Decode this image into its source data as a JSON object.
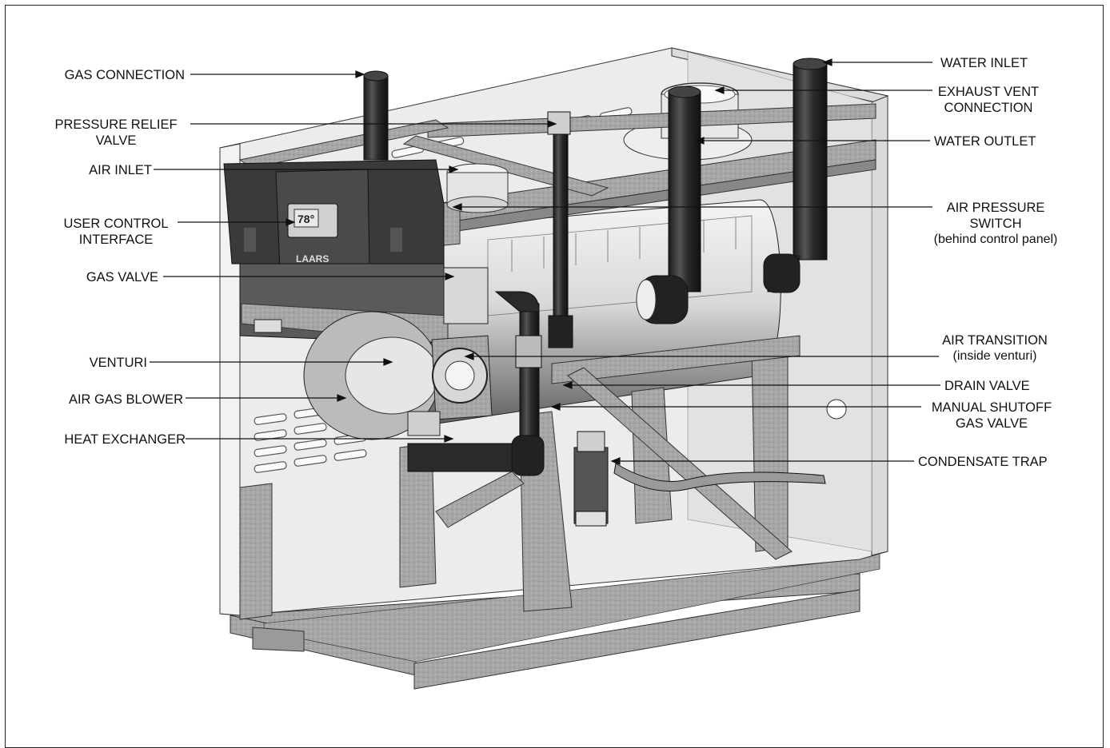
{
  "left_labels": {
    "gas_connection": "GAS CONNECTION",
    "pressure_relief_1": "PRESSURE RELIEF",
    "pressure_relief_2": "VALVE",
    "air_inlet": "AIR INLET",
    "user_control_1": "USER CONTROL",
    "user_control_2": "INTERFACE",
    "gas_valve": "GAS VALVE",
    "venturi": "VENTURI",
    "air_gas_blower": "AIR GAS BLOWER",
    "heat_exchanger": "HEAT EXCHANGER"
  },
  "right_labels": {
    "water_inlet": "WATER INLET",
    "exhaust_vent_1": "EXHAUST VENT",
    "exhaust_vent_2": "CONNECTION",
    "water_outlet": "WATER OUTLET",
    "air_pressure_1": "AIR PRESSURE",
    "air_pressure_2": "SWITCH",
    "air_pressure_3": "(behind control panel)",
    "air_transition_1": "AIR TRANSITION",
    "air_transition_2": "(inside venturi)",
    "drain_valve": "DRAIN VALVE",
    "manual_shutoff_1": "MANUAL SHUTOFF",
    "manual_shutoff_2": "GAS VALVE",
    "condensate_trap": "CONDENSATE TRAP"
  },
  "control_display": {
    "readout": "78°",
    "brand": "LAARS"
  },
  "colors": {
    "cabinet": "#e9e9e9",
    "galvanized": "#a9a9a9",
    "pipe": "#2e2e2e",
    "panel": "#3a3a3a",
    "tank": "#dedede"
  }
}
